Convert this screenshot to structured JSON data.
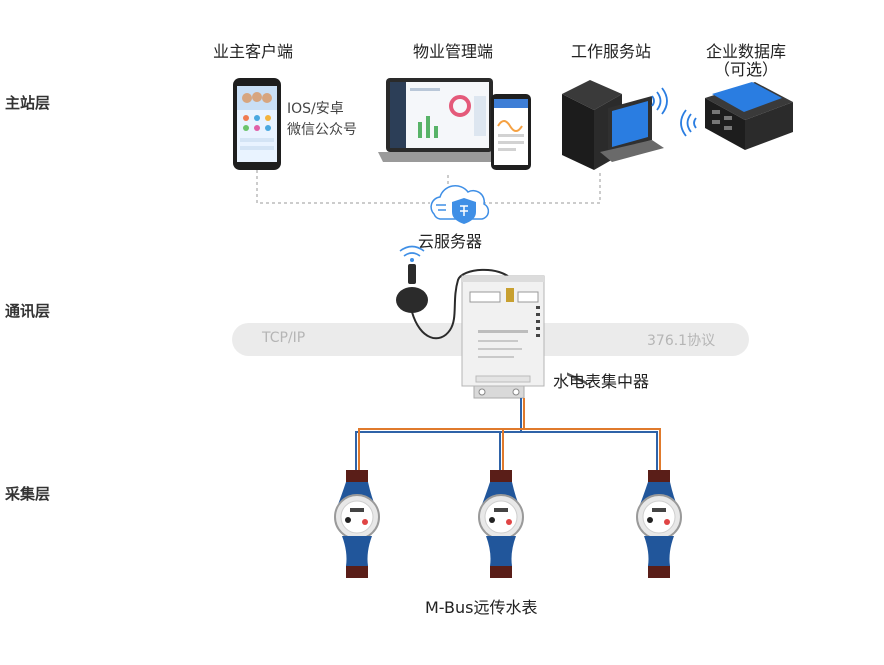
{
  "layers": {
    "master": "主站层",
    "comm": "通讯层",
    "collect": "采集层"
  },
  "top": {
    "owner": "业主客户端",
    "property": "物业管理端",
    "workstation": "工作服务站",
    "database": "企业数据库",
    "database_note": "（可选）",
    "mobile_line1": "IOS/安卓",
    "mobile_line2": "微信公众号"
  },
  "cloud_label": "云服务器",
  "comm": {
    "left": "TCP/IP",
    "right": "376.1协议"
  },
  "concentrator_label": "水电表集中器",
  "meters_label": "M-Bus远传水表",
  "colors": {
    "pipe_blue": "#2f63a8",
    "wire_orange": "#e07a2c",
    "cloud_blue": "#3f8fe6",
    "meter_blue": "#21569b"
  }
}
